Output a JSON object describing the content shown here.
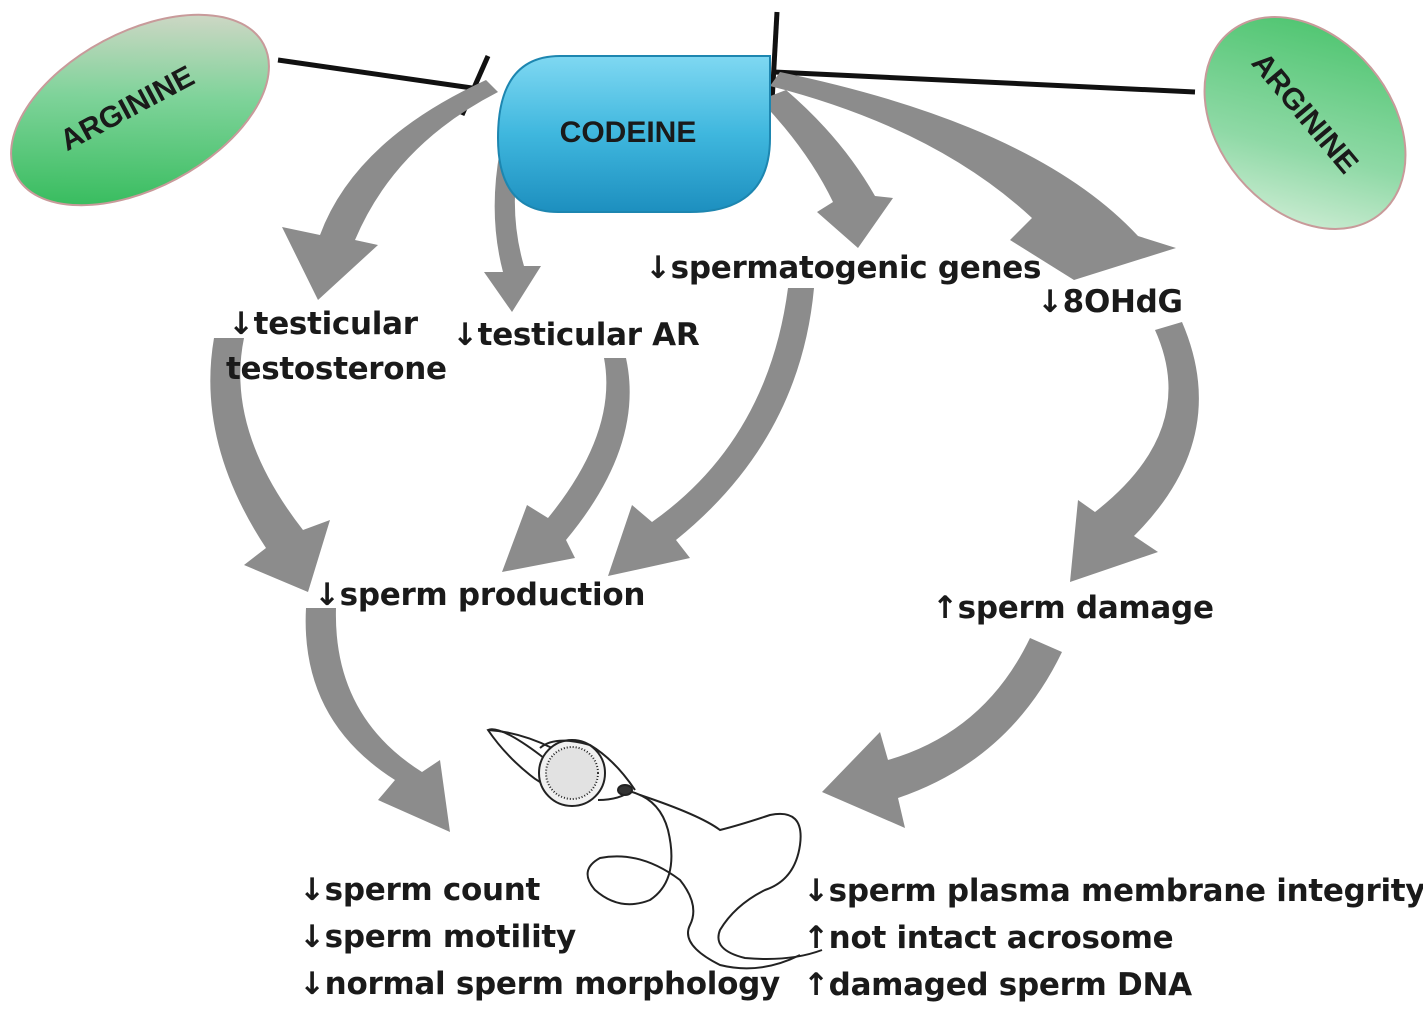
{
  "colors": {
    "arrow": "#8c8c8c",
    "inhibit_line": "#111111",
    "codeine_fill": "#3fb7de",
    "arginine_fill": "#3fc063",
    "text": "#1a1a1a"
  },
  "nodes": {
    "arginine_left": "ARGININE",
    "codeine": "CODEINE",
    "arginine_right": "ARGININE"
  },
  "effects": {
    "testicular_testosterone_line1": "↓testicular",
    "testicular_testosterone_line2": "testosterone",
    "testicular_ar": "↓testicular AR",
    "spermatogenic_genes": "↓spermatogenic genes",
    "ohdg": "↓8OHdG",
    "sperm_production": "↓sperm production",
    "sperm_damage": "↑sperm damage"
  },
  "outcomes": {
    "left": [
      "↓sperm count",
      "↓sperm motility",
      "↓normal sperm morphology"
    ],
    "right": [
      "↓sperm plasma membrane integrity",
      "↑not intact acrosome",
      "↑damaged sperm DNA"
    ]
  },
  "icons": {
    "sperm_cell": "sperm-cell-icon"
  }
}
